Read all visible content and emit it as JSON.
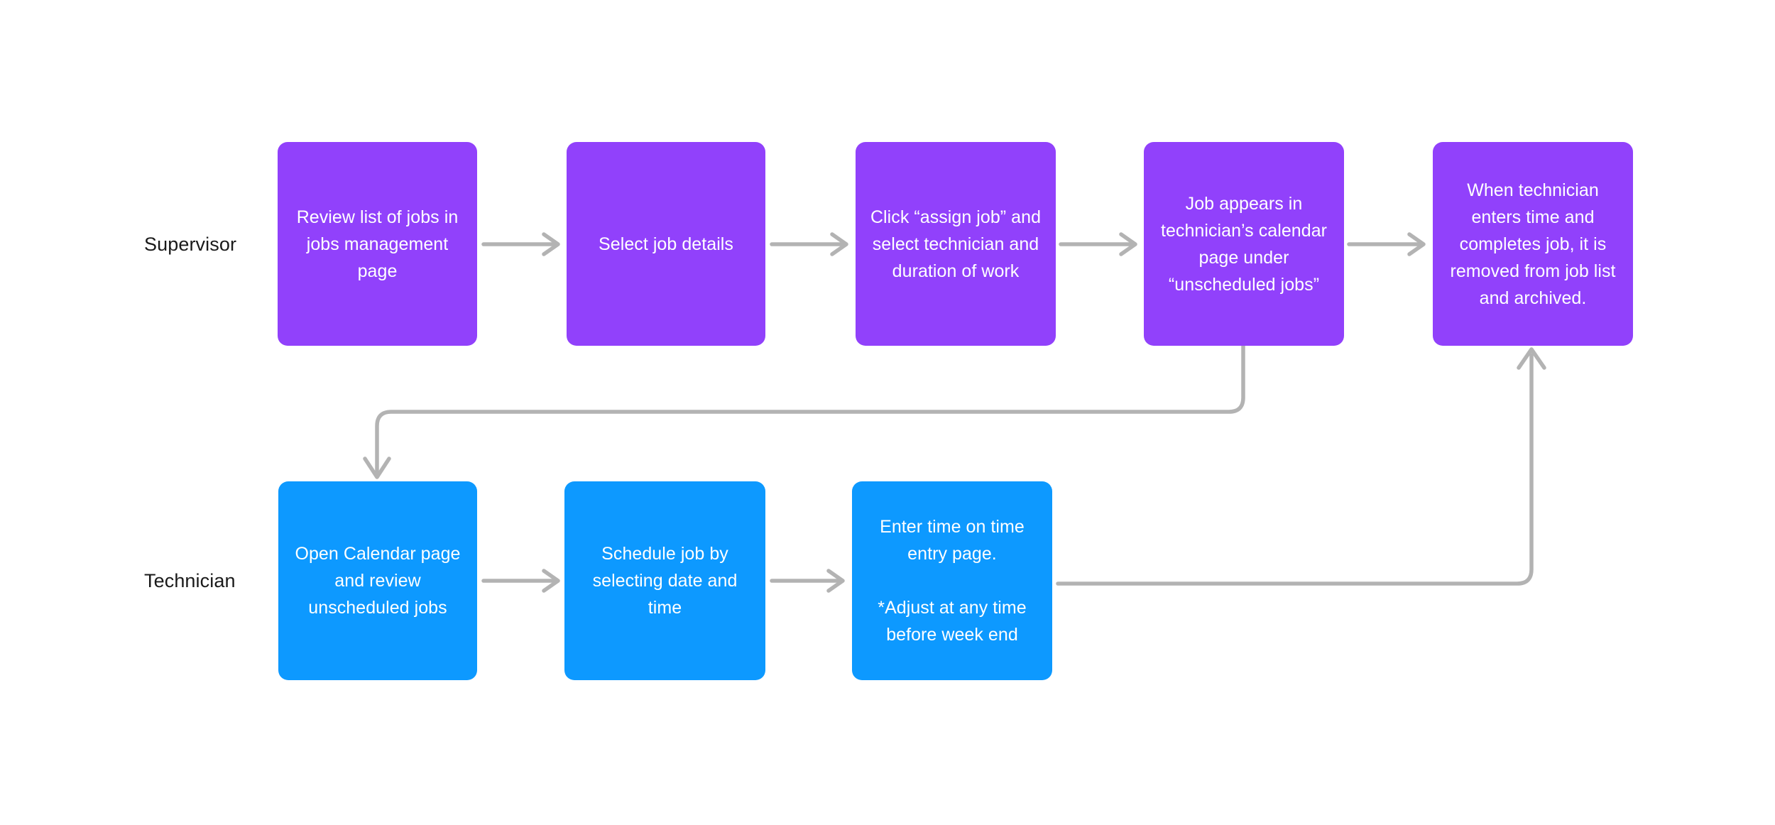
{
  "diagram": {
    "title": "Job assignment and time entry swimlane flow",
    "colors": {
      "supervisor_node": "#9141FB",
      "technician_node": "#0D99FF",
      "connector": "#B3B3B3",
      "label_text": "#1A1A1A",
      "node_text": "#FFFFFF",
      "background": "#FFFFFF"
    },
    "lanes": [
      {
        "id": "supervisor",
        "label": "Supervisor"
      },
      {
        "id": "technician",
        "label": "Technician"
      }
    ],
    "supervisor_steps": [
      {
        "id": "s1",
        "text": "Review list of jobs in jobs management page"
      },
      {
        "id": "s2",
        "text": "Select job details"
      },
      {
        "id": "s3",
        "text": "Click “assign job” and select technician and duration of work"
      },
      {
        "id": "s4",
        "text": "Job appears in technician’s calendar page under “unscheduled jobs”"
      },
      {
        "id": "s5",
        "text": "When technician enters time and completes job, it is removed from job list and archived."
      }
    ],
    "technician_steps": [
      {
        "id": "t1",
        "text": "Open Calendar page and review unscheduled jobs"
      },
      {
        "id": "t2",
        "text": "Schedule job by selecting date and time"
      },
      {
        "id": "t3",
        "text": "Enter time on time entry page.\n\n*Adjust at any time before week end"
      }
    ],
    "connectors": [
      {
        "id": "c1",
        "from": "s1",
        "to": "s2",
        "kind": "arrow-right"
      },
      {
        "id": "c2",
        "from": "s2",
        "to": "s3",
        "kind": "arrow-right"
      },
      {
        "id": "c3",
        "from": "s3",
        "to": "s4",
        "kind": "arrow-right"
      },
      {
        "id": "c4",
        "from": "s4",
        "to": "s5",
        "kind": "arrow-right"
      },
      {
        "id": "c5",
        "from": "s4",
        "to": "t1",
        "kind": "elbow-down-left"
      },
      {
        "id": "c6",
        "from": "t1",
        "to": "t2",
        "kind": "arrow-right"
      },
      {
        "id": "c7",
        "from": "t2",
        "to": "t3",
        "kind": "arrow-right"
      },
      {
        "id": "c8",
        "from": "t3",
        "to": "s5",
        "kind": "elbow-right-up"
      }
    ]
  }
}
